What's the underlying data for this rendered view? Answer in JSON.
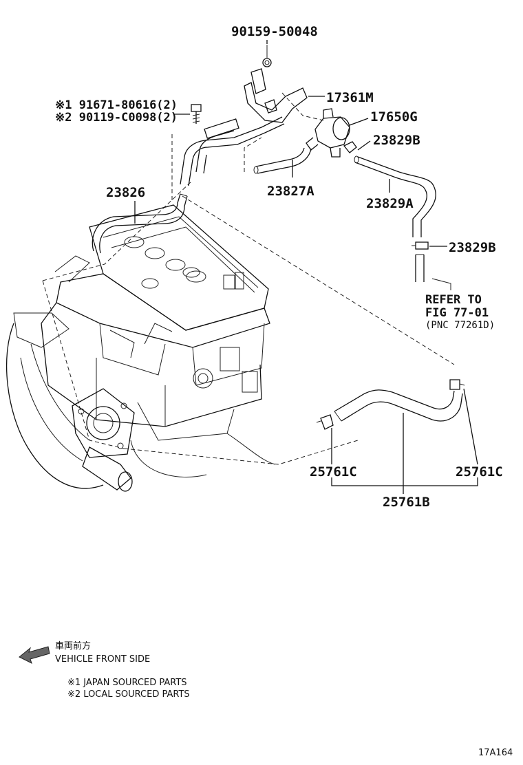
{
  "parts": {
    "p90159": "90159-50048",
    "p17361m": "17361M",
    "p17650g": "17650G",
    "p23829b_top": "23829B",
    "p23827a": "23827A",
    "p23829a": "23829A",
    "p23829b_mid": "23829B",
    "p23826": "23826",
    "p25761c_left": "25761C",
    "p25761c_right": "25761C",
    "p25761b": "25761B",
    "bolt_note1": "※1 91671-80616(2)",
    "bolt_note2": "※2 90119-C0098(2)"
  },
  "refer": {
    "line1": "REFER TO",
    "line2": "FIG 77-01",
    "line3": "(PNC 77261D)"
  },
  "legend": {
    "jp_label": "車両前方",
    "front_label": "VEHICLE FRONT SIDE",
    "note1": "※1 JAPAN SOURCED PARTS",
    "note2": "※2 LOCAL SOURCED PARTS"
  },
  "figure_id": "17A164",
  "icons": {
    "front_arrow": "front-direction-arrow-icon"
  }
}
